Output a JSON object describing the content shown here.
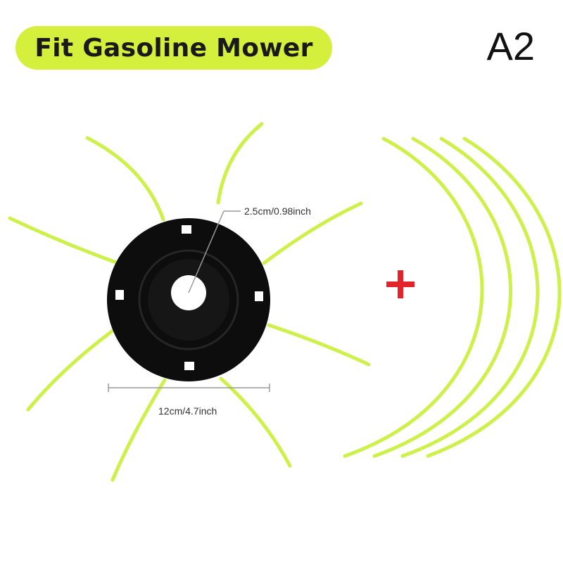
{
  "banner": {
    "text": "Fit Gasoline Mower",
    "color": "#d4f03c"
  },
  "variant": "A2",
  "dimensions": {
    "inner_hole": "2.5cm/0.98inch",
    "outer_diameter": "12cm/4.7inch"
  },
  "colors": {
    "line": "#cdf04a",
    "disc": "#0d0d0d",
    "plus": "#e3242b"
  },
  "icons": {
    "plus": "plus-icon"
  }
}
